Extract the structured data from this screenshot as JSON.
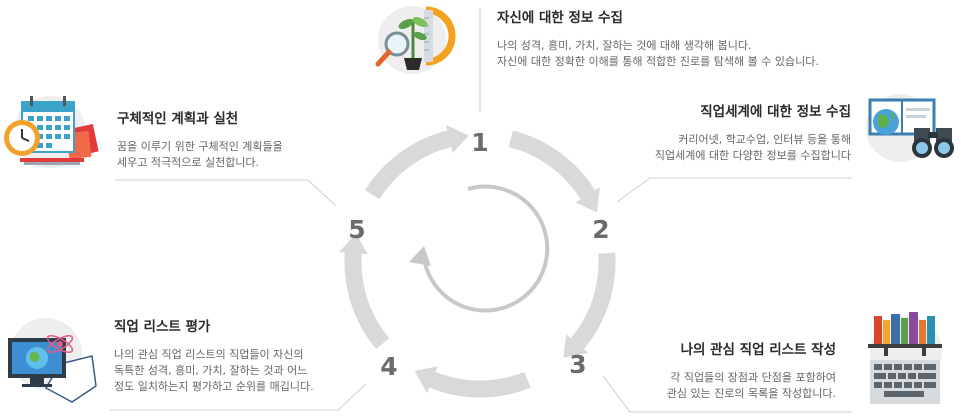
{
  "center": {
    "step_numbers": [
      "1",
      "2",
      "3",
      "4",
      "5"
    ]
  },
  "steps": [
    {
      "number": "1",
      "title": "자신에 대한 정보 수집",
      "desc": [
        "나의 성격, 흥미, 가치, 잘하는 것에 대해 생각해 봅니다.",
        "자신에 대한 정확한 이해를 통해 적합한 진로를 탐색해 볼 수 있습니다."
      ],
      "icon": "plant-magnifier-icon"
    },
    {
      "number": "2",
      "title": "직업세계에 대한 정보 수집",
      "desc": [
        "커리어넷, 학교수업, 인터뷰 등을 통해",
        "직업세계에 대한 다양한 정보를 수집합니다"
      ],
      "icon": "globe-binoculars-icon"
    },
    {
      "number": "3",
      "title": "나의 관심 직업 리스트 작성",
      "desc": [
        "각 직업들의 장점과 단점을 포함하여",
        "관심 있는 진로의 목록을 작성합니다."
      ],
      "icon": "books-keyboard-icon"
    },
    {
      "number": "4",
      "title": "직업 리스트 평가",
      "desc": [
        "나의 관심 직업 리스트의 직업들이 자신의",
        "독특한 성격, 흥미, 가치, 잘하는 것과 어느",
        "정도 일치하는지 평가하고 순위를 매깁니다."
      ],
      "icon": "monitor-globe-icon"
    },
    {
      "number": "5",
      "title": "구체적인 계획과 실천",
      "desc": [
        "꿈을 이루기 위한 구체적인 계획들을",
        "세우고 적극적으로 실천합니다."
      ],
      "icon": "calendar-clock-icon"
    }
  ],
  "colors": {
    "ring": "#d9d9d9",
    "number": "#6b6b6b",
    "inner_arrow": "#c8c8c8",
    "icon_bg": "#eeeeee"
  }
}
